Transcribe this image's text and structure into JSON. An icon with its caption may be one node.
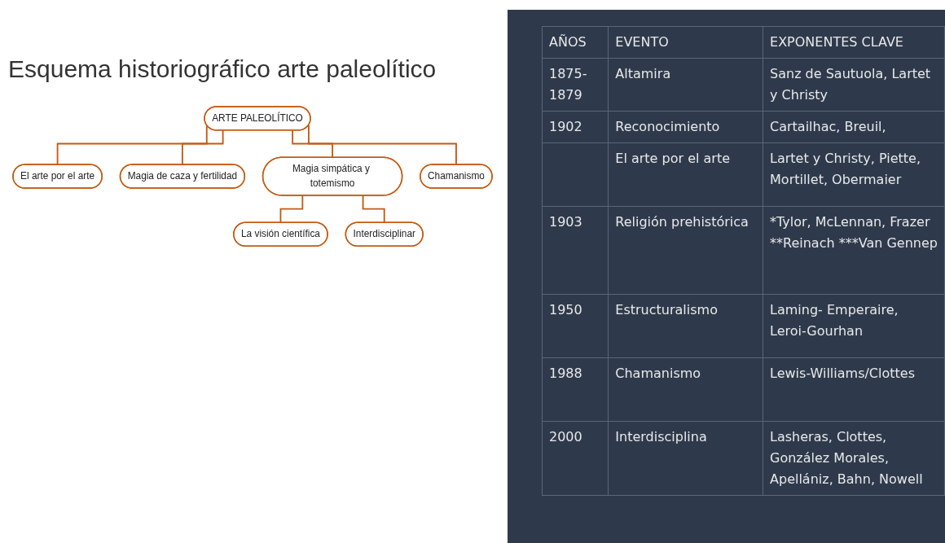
{
  "diagram": {
    "title": "Esquema historiográfico arte paleolítico",
    "nodes": [
      {
        "text": [
          "ARTE PALEOLÍTICO"
        ]
      },
      {
        "text": [
          "El arte por el arte"
        ]
      },
      {
        "text": [
          "Magia de caza y fertilidad"
        ]
      },
      {
        "text": [
          "Magia simpática y totemismo"
        ]
      },
      {
        "text": [
          "Chamanismo"
        ]
      },
      {
        "text": [
          "La visión científica"
        ]
      },
      {
        "text": [
          "Interdisciplinar"
        ]
      }
    ],
    "edges": [
      {
        "from": 0,
        "to": 1,
        "arrow": "none"
      },
      {
        "from": 0,
        "to": 2,
        "arrow": "none"
      },
      {
        "from": 0,
        "to": 3,
        "arrow": "none"
      },
      {
        "from": 0,
        "to": 4,
        "arrow": "none"
      },
      {
        "from": 3,
        "to": 5,
        "arrow": "none"
      },
      {
        "from": 3,
        "to": 6,
        "arrow": "none"
      }
    ],
    "labels": [
      "AÑOS",
      "EVENTO",
      "EXPONENTES CLAVE",
      "1875- 1879",
      "Altamira",
      "Sanz de Sautuola, Lartet y Christy",
      "1902",
      "Reconocimiento",
      "Cartailhac, Breuil,",
      "El arte por el arte",
      "Lartet y Christy, Piette, Mortillet, Obermaier",
      "1903",
      "Religión prehistórica",
      "*Tylor, McLennan, Frazer **Reinach ***Van Gennep",
      "1950",
      "Estructuralismo",
      "Laming- Emperaire, Leroi-Gourhan",
      "1988",
      "Chamanismo",
      "Lewis-Williams/Clottes",
      "2000",
      "Interdisciplina",
      "Lasheras, Clottes, González Morales, Apellániz, Bahn, Nowell"
    ]
  }
}
